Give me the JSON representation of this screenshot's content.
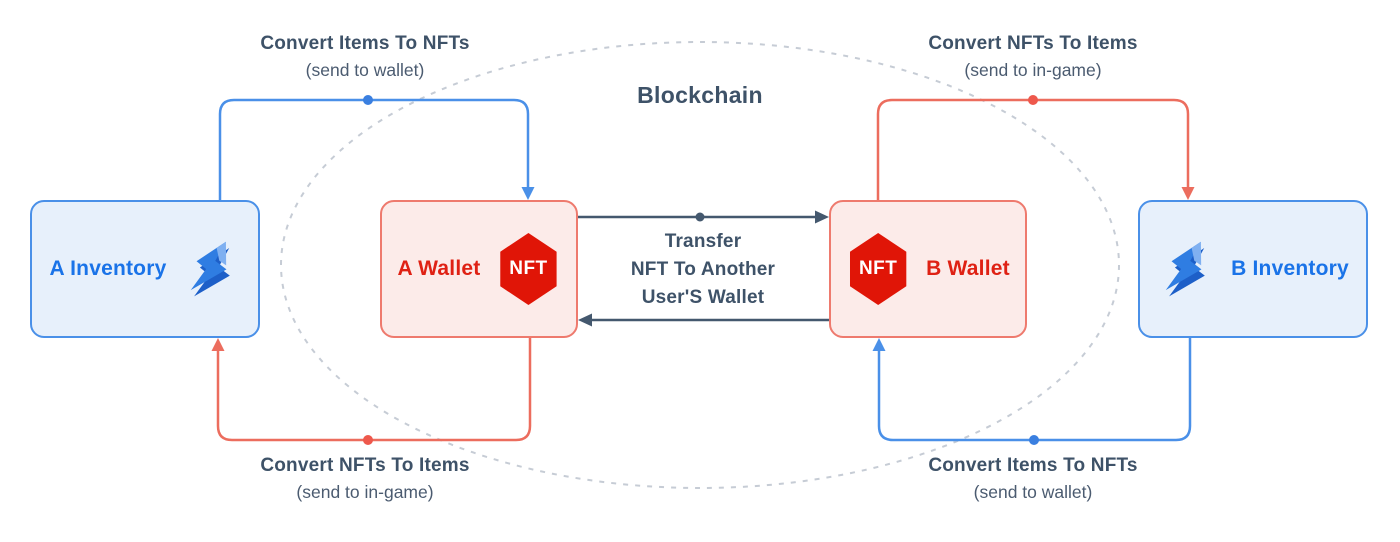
{
  "diagram": {
    "blockchain_label": "Blockchain",
    "nodes": {
      "a_inventory": {
        "label": "A Inventory",
        "icon": "bolt-3d-icon"
      },
      "a_wallet": {
        "label": "A Wallet",
        "badge": "NFT"
      },
      "b_wallet": {
        "label": "B Wallet",
        "badge": "NFT"
      },
      "b_inventory": {
        "label": "B Inventory",
        "icon": "bolt-3d-icon"
      }
    },
    "captions": {
      "top_left": {
        "title": "Convert Items To NFTs",
        "subtitle": "(send to wallet)"
      },
      "top_right": {
        "title": "Convert NFTs To Items",
        "subtitle": "(send to in-game)"
      },
      "bottom_left": {
        "title": "Convert NFTs To Items",
        "subtitle": "(send to in-game)"
      },
      "bottom_right": {
        "title": "Convert Items To NFTs",
        "subtitle": "(send to wallet)"
      },
      "transfer": {
        "line1": "Transfer",
        "line2": "NFT To Another",
        "line3": "User'S Wallet"
      }
    },
    "colors": {
      "blue_line": "#4a90e8",
      "blue_dot": "#3a7fe0",
      "red_line": "#ec6d5e",
      "red_dot": "#ee584c",
      "dark_arrow": "#44586e",
      "text_dark": "#3e5268",
      "inventory_fill": "#e7f0fb",
      "inventory_border": "#4a90e8",
      "inventory_text": "#1a73e8",
      "wallet_fill": "#fcebe9",
      "wallet_border": "#ee7a6e",
      "wallet_text": "#df2114",
      "badge_red": "#e01507",
      "ellipse_dash": "#c6ccd5"
    }
  }
}
